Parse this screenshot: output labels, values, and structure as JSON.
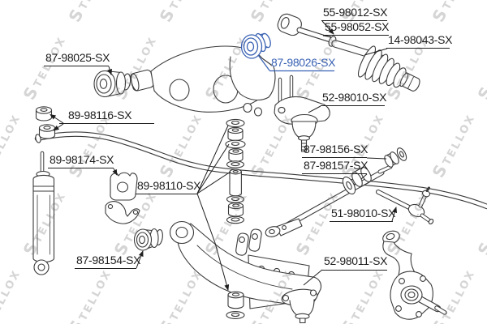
{
  "watermark": {
    "logo_char": "S",
    "brand": "TELLOX",
    "full_text": "STELLOX",
    "color": "#d5d5d5"
  },
  "diagram": {
    "line_color": "#3a3a3a",
    "label_color": "#1d1d1d",
    "highlight_color": "#3a62b4",
    "labels": [
      {
        "id": "label-55-98012",
        "text": "55-98012-SX",
        "highlighted": false
      },
      {
        "id": "label-55-98052",
        "text": "55-98052-SX",
        "highlighted": false
      },
      {
        "id": "label-14-98043",
        "text": "14-98043-SX",
        "highlighted": false
      },
      {
        "id": "label-87-98025",
        "text": "87-98025-SX",
        "highlighted": false
      },
      {
        "id": "label-87-98026",
        "text": "87-98026-SX",
        "highlighted": true
      },
      {
        "id": "label-52-98010",
        "text": "52-98010-SX",
        "highlighted": false
      },
      {
        "id": "label-89-98116",
        "text": "89-98116-SX",
        "highlighted": false
      },
      {
        "id": "label-89-98174",
        "text": "89-98174-SX",
        "highlighted": false
      },
      {
        "id": "label-89-98110",
        "text": "89-98110-SX",
        "highlighted": false
      },
      {
        "id": "label-87-98154",
        "text": "87-98154-SX",
        "highlighted": false
      },
      {
        "id": "label-87-98156",
        "text": "87-98156-SX",
        "highlighted": false
      },
      {
        "id": "label-87-98157",
        "text": "87-98157-SX",
        "highlighted": false
      },
      {
        "id": "label-51-98010",
        "text": "51-98010-SX",
        "highlighted": false
      },
      {
        "id": "label-52-98011",
        "text": "52-98011-SX",
        "highlighted": false
      }
    ]
  }
}
